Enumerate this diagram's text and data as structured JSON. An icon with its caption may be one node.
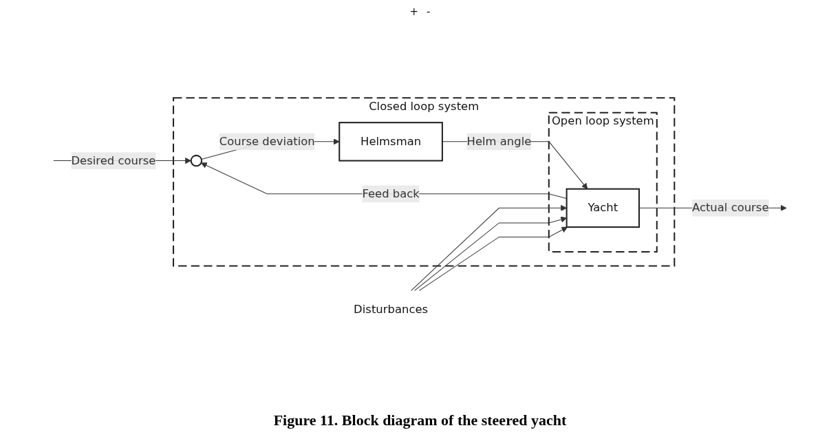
{
  "diagram": {
    "caption": "Figure 11. Block diagram of the steered yacht",
    "nodes": [
      {
        "text": [
          "Closed loop system"
        ]
      },
      {
        "text": [],
        "shape": "circle",
        "in": 0
      },
      {
        "text": [
          "Helmsman"
        ],
        "in": 0
      },
      {
        "text": [
          "Open loop system"
        ],
        "in": 0
      },
      {
        "text": [
          "Yacht"
        ],
        "in": 3
      },
      {
        "text": [
          "Disturbances"
        ]
      }
    ],
    "edges": [
      {
        "from": null,
        "to": 1,
        "arrow": "to",
        "label": "Desired course"
      },
      {
        "from": 1,
        "to": 2,
        "arrow": "to",
        "label": "Course deviation"
      },
      {
        "from": 2,
        "to": 4,
        "arrow": "to",
        "label": "Helm angle"
      },
      {
        "from": 4,
        "to": null,
        "arrow": "to",
        "label": "Actual course"
      },
      {
        "from": 4,
        "to": 1,
        "arrow": "to",
        "label": "Feed back"
      },
      {
        "from": 5,
        "to": 4,
        "arrow": "to"
      },
      {
        "from": 5,
        "to": 4,
        "arrow": "to"
      },
      {
        "from": 5,
        "to": 4,
        "arrow": "to"
      }
    ],
    "labels": [
      "+",
      "-"
    ]
  }
}
